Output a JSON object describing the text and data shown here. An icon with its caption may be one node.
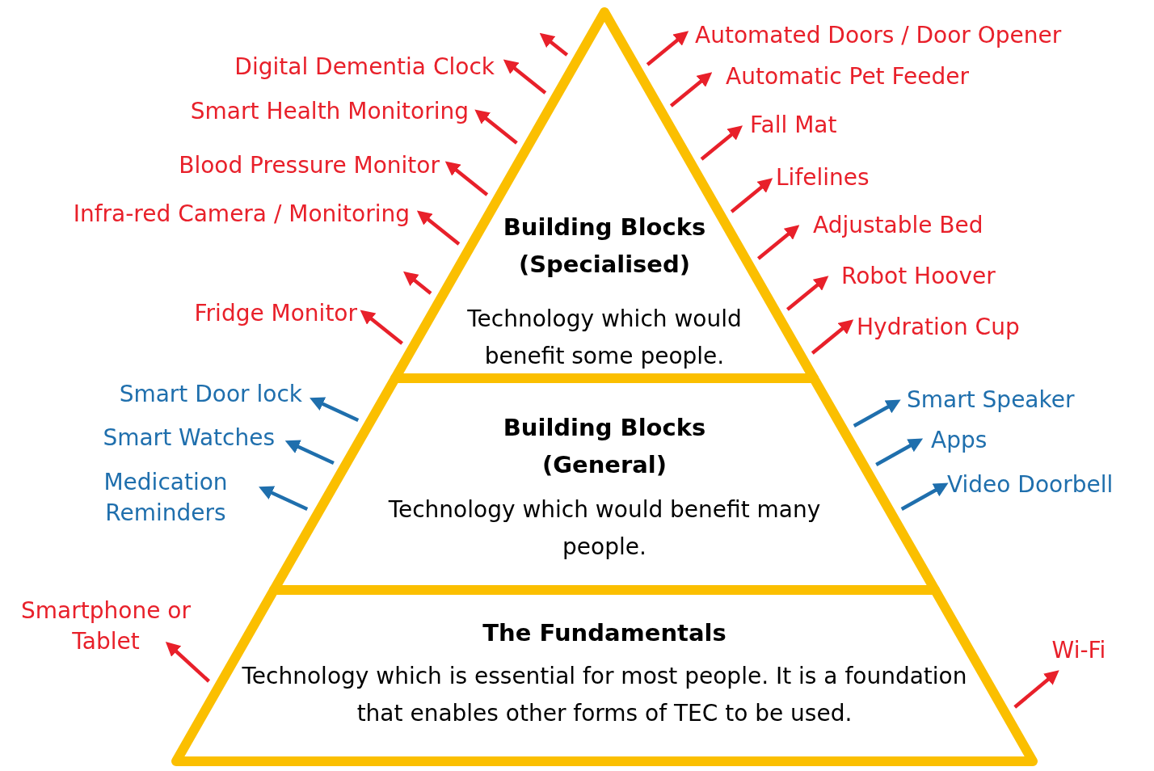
{
  "diagram": {
    "nodes": [
      {
        "text": [
          "Building Blocks (Specialised)",
          "Technology which would benefit some people."
        ]
      },
      {
        "text": [
          "Building Blocks (General)",
          "Technology which would benefit many people."
        ]
      },
      {
        "text": [
          "The Fundamentals",
          "Technology which is essential for most people. It is a foundation that enables other forms of TEC to be used."
        ]
      },
      {
        "text": [
          "Digital Dementia Clock"
        ]
      },
      {
        "text": [
          "Smart Health Monitoring"
        ]
      },
      {
        "text": [
          "Blood Pressure Monitor"
        ]
      },
      {
        "text": [
          "Infra-red Camera / Monitoring"
        ]
      },
      {
        "text": [
          "Fridge Monitor"
        ]
      },
      {
        "text": [
          "Automated Doors / Door Opener"
        ]
      },
      {
        "text": [
          "Automatic Pet Feeder"
        ]
      },
      {
        "text": [
          "Fall Mat"
        ]
      },
      {
        "text": [
          "Lifelines"
        ]
      },
      {
        "text": [
          "Adjustable Bed"
        ]
      },
      {
        "text": [
          "Robot Hoover"
        ]
      },
      {
        "text": [
          "Hydration Cup"
        ]
      },
      {
        "text": [
          "Smart Door lock"
        ]
      },
      {
        "text": [
          "Smart Watches"
        ]
      },
      {
        "text": [
          "Medication Reminders"
        ]
      },
      {
        "text": [
          "Smart Speaker"
        ]
      },
      {
        "text": [
          "Apps"
        ]
      },
      {
        "text": [
          "Video Doorbell"
        ]
      },
      {
        "text": [
          "Smartphone or Tablet"
        ]
      },
      {
        "text": [
          "Wi-Fi"
        ]
      }
    ],
    "edges": [
      {
        "from": 0,
        "to": null,
        "arrow": "to"
      },
      {
        "from": 0,
        "to": 3,
        "arrow": "to"
      },
      {
        "from": 0,
        "to": 4,
        "arrow": "to"
      },
      {
        "from": 0,
        "to": 5,
        "arrow": "to"
      },
      {
        "from": 0,
        "to": 6,
        "arrow": "to"
      },
      {
        "from": 0,
        "to": null,
        "arrow": "to"
      },
      {
        "from": 0,
        "to": 7,
        "arrow": "to"
      },
      {
        "from": 0,
        "to": 8,
        "arrow": "to"
      },
      {
        "from": 0,
        "to": 9,
        "arrow": "to"
      },
      {
        "from": 0,
        "to": 10,
        "arrow": "to"
      },
      {
        "from": 0,
        "to": 11,
        "arrow": "to"
      },
      {
        "from": 0,
        "to": 12,
        "arrow": "to"
      },
      {
        "from": 0,
        "to": 13,
        "arrow": "to"
      },
      {
        "from": 0,
        "to": 14,
        "arrow": "to"
      },
      {
        "from": 1,
        "to": 15,
        "arrow": "to",
        "color": "#1f6fad"
      },
      {
        "from": 1,
        "to": 16,
        "arrow": "to",
        "color": "#1f6fad"
      },
      {
        "from": 1,
        "to": 17,
        "arrow": "to",
        "color": "#1f6fad"
      },
      {
        "from": 1,
        "to": 18,
        "arrow": "to",
        "color": "#1f6fad"
      },
      {
        "from": 1,
        "to": 19,
        "arrow": "to",
        "color": "#1f6fad"
      },
      {
        "from": 1,
        "to": 20,
        "arrow": "to",
        "color": "#1f6fad"
      },
      {
        "from": 2,
        "to": 21,
        "arrow": "to"
      },
      {
        "from": 2,
        "to": 22,
        "arrow": "to"
      }
    ]
  }
}
